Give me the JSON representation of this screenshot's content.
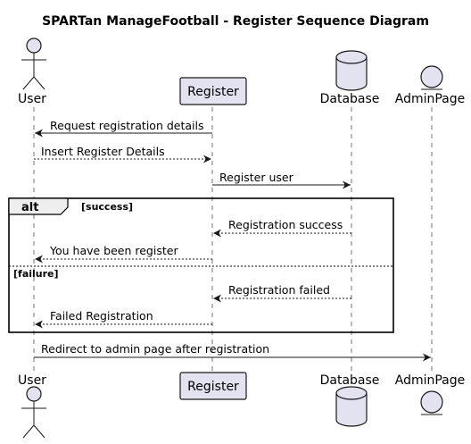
{
  "title": "SPARTan ManageFootball - Register Sequence Diagram",
  "participants": [
    {
      "id": "user",
      "label": "User",
      "kind": "actor"
    },
    {
      "id": "register",
      "label": "Register",
      "kind": "participant"
    },
    {
      "id": "database",
      "label": "Database",
      "kind": "database"
    },
    {
      "id": "adminpage",
      "label": "AdminPage",
      "kind": "entity"
    }
  ],
  "messages": [
    {
      "from": "register",
      "to": "user",
      "label": "Request registration details",
      "style": "solid"
    },
    {
      "from": "user",
      "to": "register",
      "label": "Insert Register Details",
      "style": "dashed"
    },
    {
      "from": "register",
      "to": "database",
      "label": "Register user",
      "style": "solid"
    },
    {
      "from": "database",
      "to": "register",
      "label": "Registration success",
      "style": "dashed"
    },
    {
      "from": "register",
      "to": "user",
      "label": "You have been register",
      "style": "dashed"
    },
    {
      "from": "database",
      "to": "register",
      "label": "Registration failed",
      "style": "dashed"
    },
    {
      "from": "register",
      "to": "user",
      "label": "Failed Registration",
      "style": "dashed"
    },
    {
      "from": "user",
      "to": "adminpage",
      "label": "Redirect to admin page after registration",
      "style": "solid"
    }
  ],
  "alt_frame": {
    "keyword": "alt",
    "guards": [
      "[success]",
      "[failure]"
    ]
  },
  "colors": {
    "participant_fill": "#E2E2F0",
    "stroke": "#181818",
    "background": "#FFFFFF"
  }
}
